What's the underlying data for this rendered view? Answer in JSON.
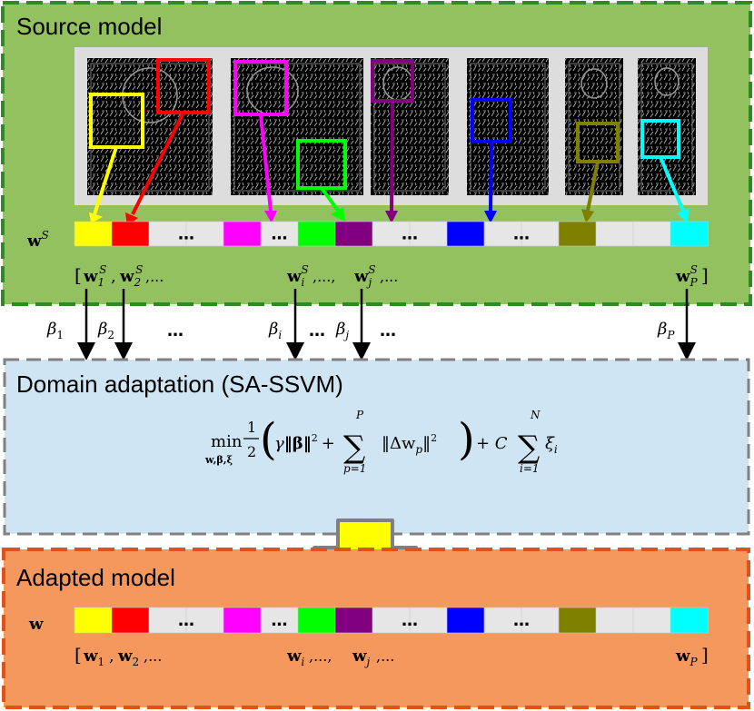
{
  "source_panel": {
    "title": "Source model",
    "vector_symbol": "w",
    "vector_sup": "S",
    "labels": {
      "open_bracket": "[",
      "w1": "w",
      "w1_sub": "1",
      "w1_sup": "S",
      "w2": "w",
      "w2_sub": "2",
      "w2_sup": "S",
      "ellipsis_a": ",...",
      "wi": "w",
      "wi_sub": "i",
      "wi_sup": "S",
      "ellipsis_b": ",...,",
      "wj": "w",
      "wj_sub": "j",
      "wj_sup": "S",
      "ellipsis_c": ",...",
      "wP": "w",
      "wP_sub": "P",
      "wP_sup": "S",
      "close_bracket": "]"
    }
  },
  "betas": {
    "b1": "β",
    "b1_sub": "1",
    "b2": "β",
    "b2_sub": "2",
    "bi": "β",
    "bi_sub": "i",
    "bj": "β",
    "bj_sub": "j",
    "bP": "β",
    "bP_sub": "P",
    "dots_a": "…",
    "dots_b": "…",
    "dots_c": "…"
  },
  "adaptation_panel": {
    "title": "Domain adaptation (SA-SSVM)",
    "formula": {
      "min": "min",
      "min_sub": "w,β,ξ",
      "half_num": "1",
      "half_den": "2",
      "gamma": "γ",
      "norm_beta": "‖β‖",
      "sq": "2",
      "plus1": "+",
      "sum_top": "P",
      "sum_bottom": "p=1",
      "norm_dw": "‖Δw",
      "dw_sub": "p",
      "norm_close": "‖",
      "sq2": "2",
      "plus2": "+ C",
      "sum2_top": "N",
      "sum2_bottom": "i=1",
      "xi": "ξ",
      "xi_sub": "i"
    }
  },
  "adapted_panel": {
    "title": "Adapted model",
    "vector_symbol": "w",
    "labels": {
      "open_bracket": "[",
      "w1": "w",
      "w1_sub": "1",
      "w2": "w",
      "w2_sub": "2",
      "ellipsis_a": ",...",
      "wi": "w",
      "wi_sub": "i",
      "ellipsis_b": ",...,",
      "wj": "w",
      "wj_sub": "j",
      "ellipsis_c": ",...",
      "wP": "w",
      "wP_sub": "P",
      "close_bracket": "]"
    }
  },
  "vector_bar": {
    "dots": "…",
    "segments": [
      {
        "name": "seg-yellow",
        "color": "#ffff00"
      },
      {
        "name": "seg-red",
        "color": "#ff0000"
      },
      {
        "name": "seg-gray-1",
        "color": "#e6e6e6"
      },
      {
        "name": "seg-gray-2",
        "color": "#e6e6e6"
      },
      {
        "name": "seg-magenta",
        "color": "#ff00ff"
      },
      {
        "name": "seg-gray-3",
        "color": "#e6e6e6"
      },
      {
        "name": "seg-green",
        "color": "#00ff00"
      },
      {
        "name": "seg-purple",
        "color": "#800080"
      },
      {
        "name": "seg-gray-4",
        "color": "#e6e6e6"
      },
      {
        "name": "seg-gray-5",
        "color": "#e6e6e6"
      },
      {
        "name": "seg-blue",
        "color": "#0000ff"
      },
      {
        "name": "seg-gray-6",
        "color": "#e6e6e6"
      },
      {
        "name": "seg-gray-7",
        "color": "#e6e6e6"
      },
      {
        "name": "seg-olive",
        "color": "#808000"
      },
      {
        "name": "seg-gray-8",
        "color": "#e6e6e6"
      },
      {
        "name": "seg-gray-9",
        "color": "#e6e6e6"
      },
      {
        "name": "seg-cyan",
        "color": "#00ffff"
      }
    ]
  },
  "colors": {
    "source_bg": "#93c160",
    "source_border": "#2e8b22",
    "adapt_bg": "#cfe5f3",
    "adapt_border": "#808080",
    "adapted_bg": "#f5985e",
    "adapted_border": "#e0521c",
    "big_arrow_fill": "#ffff00",
    "big_arrow_stroke": "#808080",
    "part_yellow": "#ffff00",
    "part_red": "#ff0000",
    "part_magenta": "#ff00ff",
    "part_green": "#00ff00",
    "part_purple": "#800080",
    "part_blue": "#0000ff",
    "part_olive": "#808000",
    "part_cyan": "#00ffff"
  }
}
